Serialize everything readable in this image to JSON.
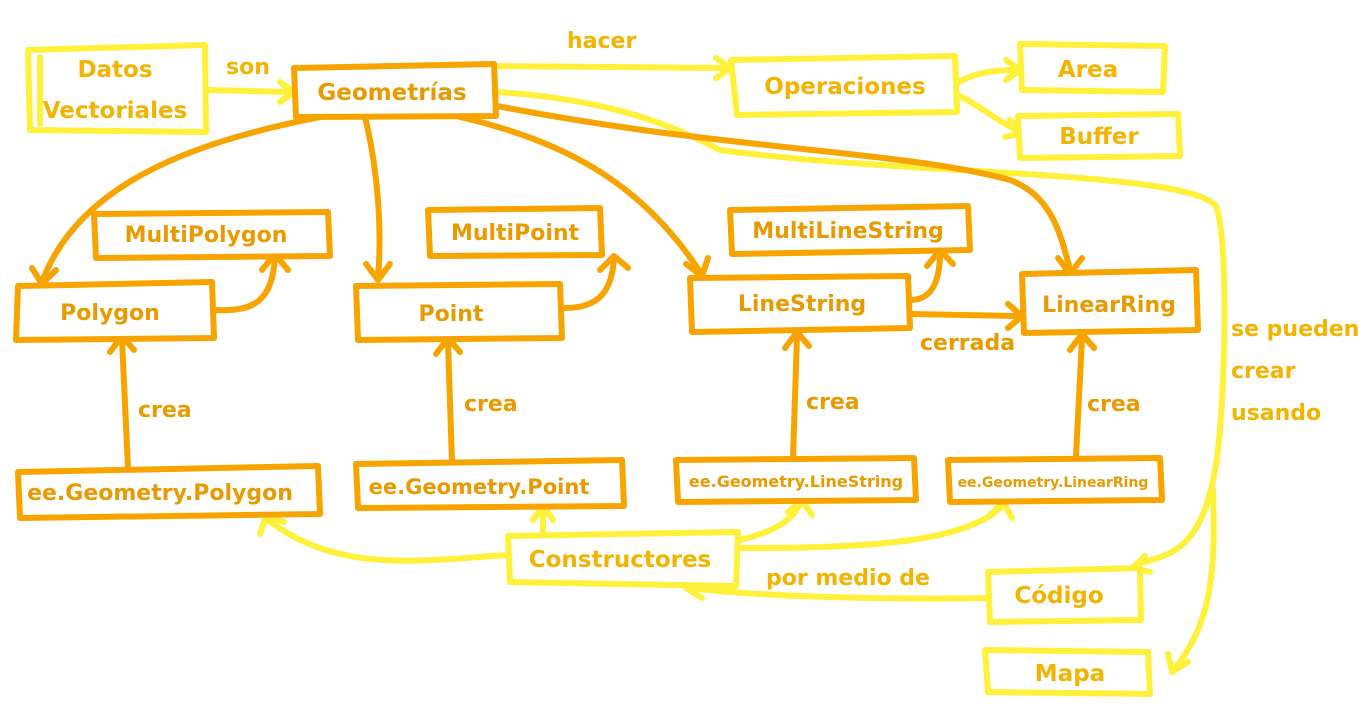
{
  "colors": {
    "orange": "#F7A400",
    "yellow": "#FFF03A",
    "orange_text": "#E89A00",
    "yellow_text": "#F2B400"
  },
  "nodes": {
    "datos_vectoriales": [
      "Datos",
      "Vectoriales"
    ],
    "geometrias": "Geometrías",
    "operaciones": "Operaciones",
    "area": "Area",
    "buffer": "Buffer",
    "multipolygon": "MultiPolygon",
    "multipoint": "MultiPoint",
    "multilinestring": "MultiLineString",
    "polygon": "Polygon",
    "point": "Point",
    "linestring": "LineString",
    "linearring": "LinearRing",
    "ee_polygon": "ee.Geometry.Polygon",
    "ee_point": "ee.Geometry.Point",
    "ee_linestring": "ee.Geometry.LineString",
    "ee_linearring": "ee.Geometry.LinearRing",
    "constructores": "Constructores",
    "codigo": "Código",
    "mapa": "Mapa"
  },
  "edge_labels": {
    "son": "son",
    "hacer": "hacer",
    "crea": "crea",
    "cerrada": "cerrada",
    "por_medio_de": "por medio de",
    "se_pueden_crear_usando": [
      "se pueden",
      "crear",
      "usando"
    ]
  }
}
